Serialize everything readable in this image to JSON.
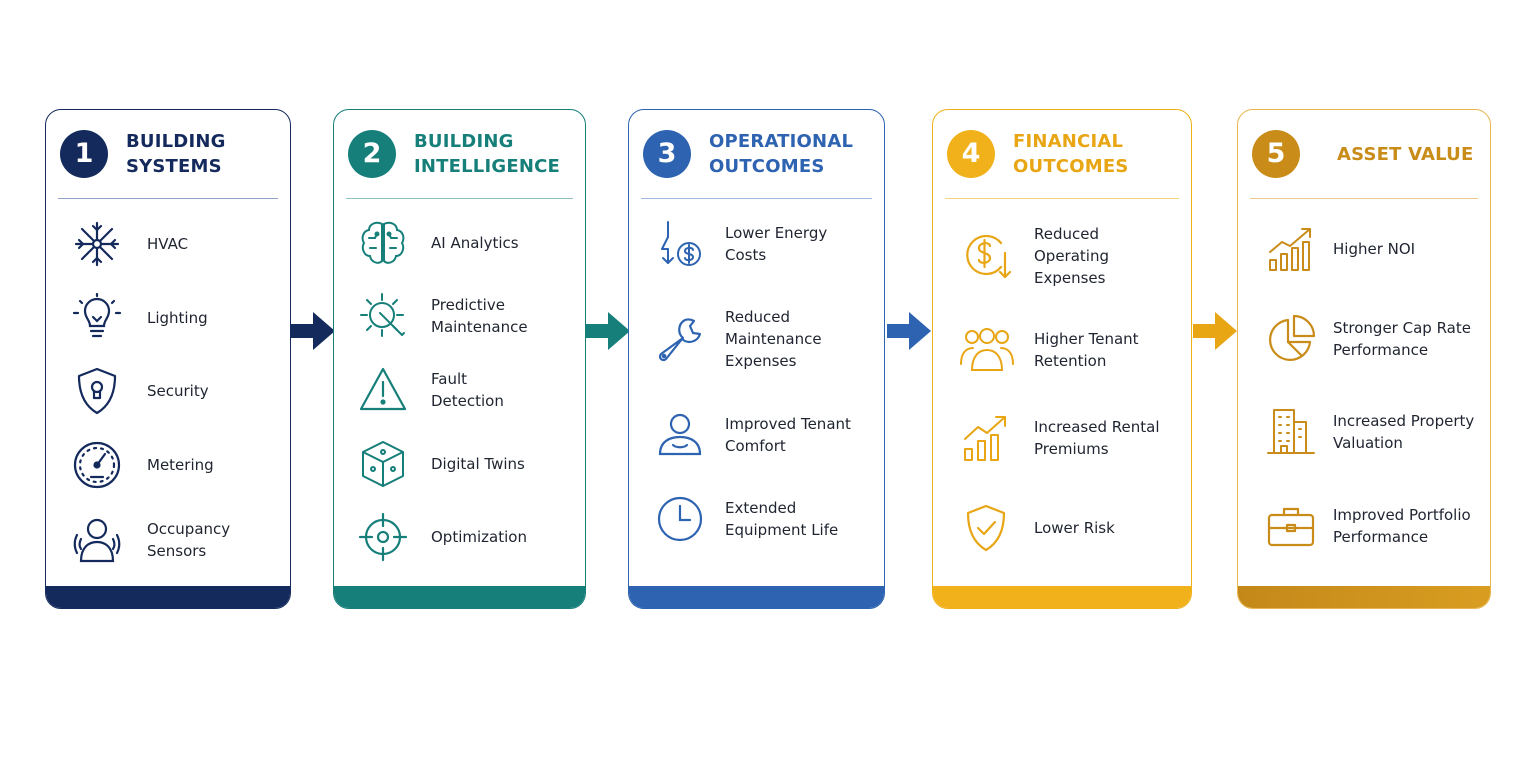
{
  "colors": {
    "navy": "#142a5c",
    "teal": "#167f7a",
    "blue": "#2d63b0",
    "gold": "#f0b11b",
    "amber": "#c98c18"
  },
  "stages": [
    {
      "number": "1",
      "title_lines": [
        "BUILDING",
        "SYSTEMS"
      ],
      "items": [
        {
          "icon": "hvac-fan-icon",
          "lines": [
            "HVAC"
          ]
        },
        {
          "icon": "lightbulb-icon",
          "lines": [
            "Lighting"
          ]
        },
        {
          "icon": "security-shield-icon",
          "lines": [
            "Security"
          ]
        },
        {
          "icon": "meter-gauge-icon",
          "lines": [
            "Metering"
          ]
        },
        {
          "icon": "occupancy-sensor-icon",
          "lines": [
            "Occupancy",
            "Sensors"
          ]
        }
      ]
    },
    {
      "number": "2",
      "title_lines": [
        "BUILDING",
        "INTELLIGENCE"
      ],
      "items": [
        {
          "icon": "brain-icon",
          "lines": [
            "AI Analytics"
          ]
        },
        {
          "icon": "gear-wrench-icon",
          "lines": [
            "Predictive",
            "Maintenance"
          ]
        },
        {
          "icon": "warning-triangle-icon",
          "lines": [
            "Fault",
            "Detection"
          ]
        },
        {
          "icon": "digital-twin-cube-icon",
          "lines": [
            "Digital Twins"
          ]
        },
        {
          "icon": "target-icon",
          "lines": [
            "Optimization"
          ]
        }
      ]
    },
    {
      "number": "3",
      "title_lines": [
        "OPERATIONAL",
        "OUTCOMES"
      ],
      "items": [
        {
          "icon": "energy-cost-icon",
          "lines": [
            "Lower Energy",
            "Costs"
          ]
        },
        {
          "icon": "wrench-icon",
          "lines": [
            "Reduced",
            "Maintenance",
            "Expenses"
          ]
        },
        {
          "icon": "tenant-person-icon",
          "lines": [
            "Improved Tenant",
            "Comfort"
          ]
        },
        {
          "icon": "clock-icon",
          "lines": [
            "Extended",
            "Equipment Life"
          ]
        }
      ]
    },
    {
      "number": "4",
      "title_lines": [
        "FINANCIAL",
        "OUTCOMES"
      ],
      "items": [
        {
          "icon": "dollar-down-icon",
          "lines": [
            "Reduced",
            "Operating",
            "Expenses"
          ]
        },
        {
          "icon": "people-group-icon",
          "lines": [
            "Higher Tenant",
            "Retention"
          ]
        },
        {
          "icon": "growth-chart-icon",
          "lines": [
            "Increased Rental",
            "Premiums"
          ]
        },
        {
          "icon": "shield-check-icon",
          "lines": [
            "Lower Risk"
          ]
        }
      ]
    },
    {
      "number": "5",
      "title_lines": [
        "ASSET VALUE"
      ],
      "items": [
        {
          "icon": "bar-chart-up-icon",
          "lines": [
            "Higher NOI"
          ]
        },
        {
          "icon": "pie-chart-icon",
          "lines": [
            "Stronger Cap Rate",
            "Performance"
          ]
        },
        {
          "icon": "building-icon",
          "lines": [
            "Increased Property",
            "Valuation"
          ]
        },
        {
          "icon": "briefcase-icon",
          "lines": [
            "Improved Portfolio",
            "Performance"
          ]
        }
      ]
    }
  ]
}
